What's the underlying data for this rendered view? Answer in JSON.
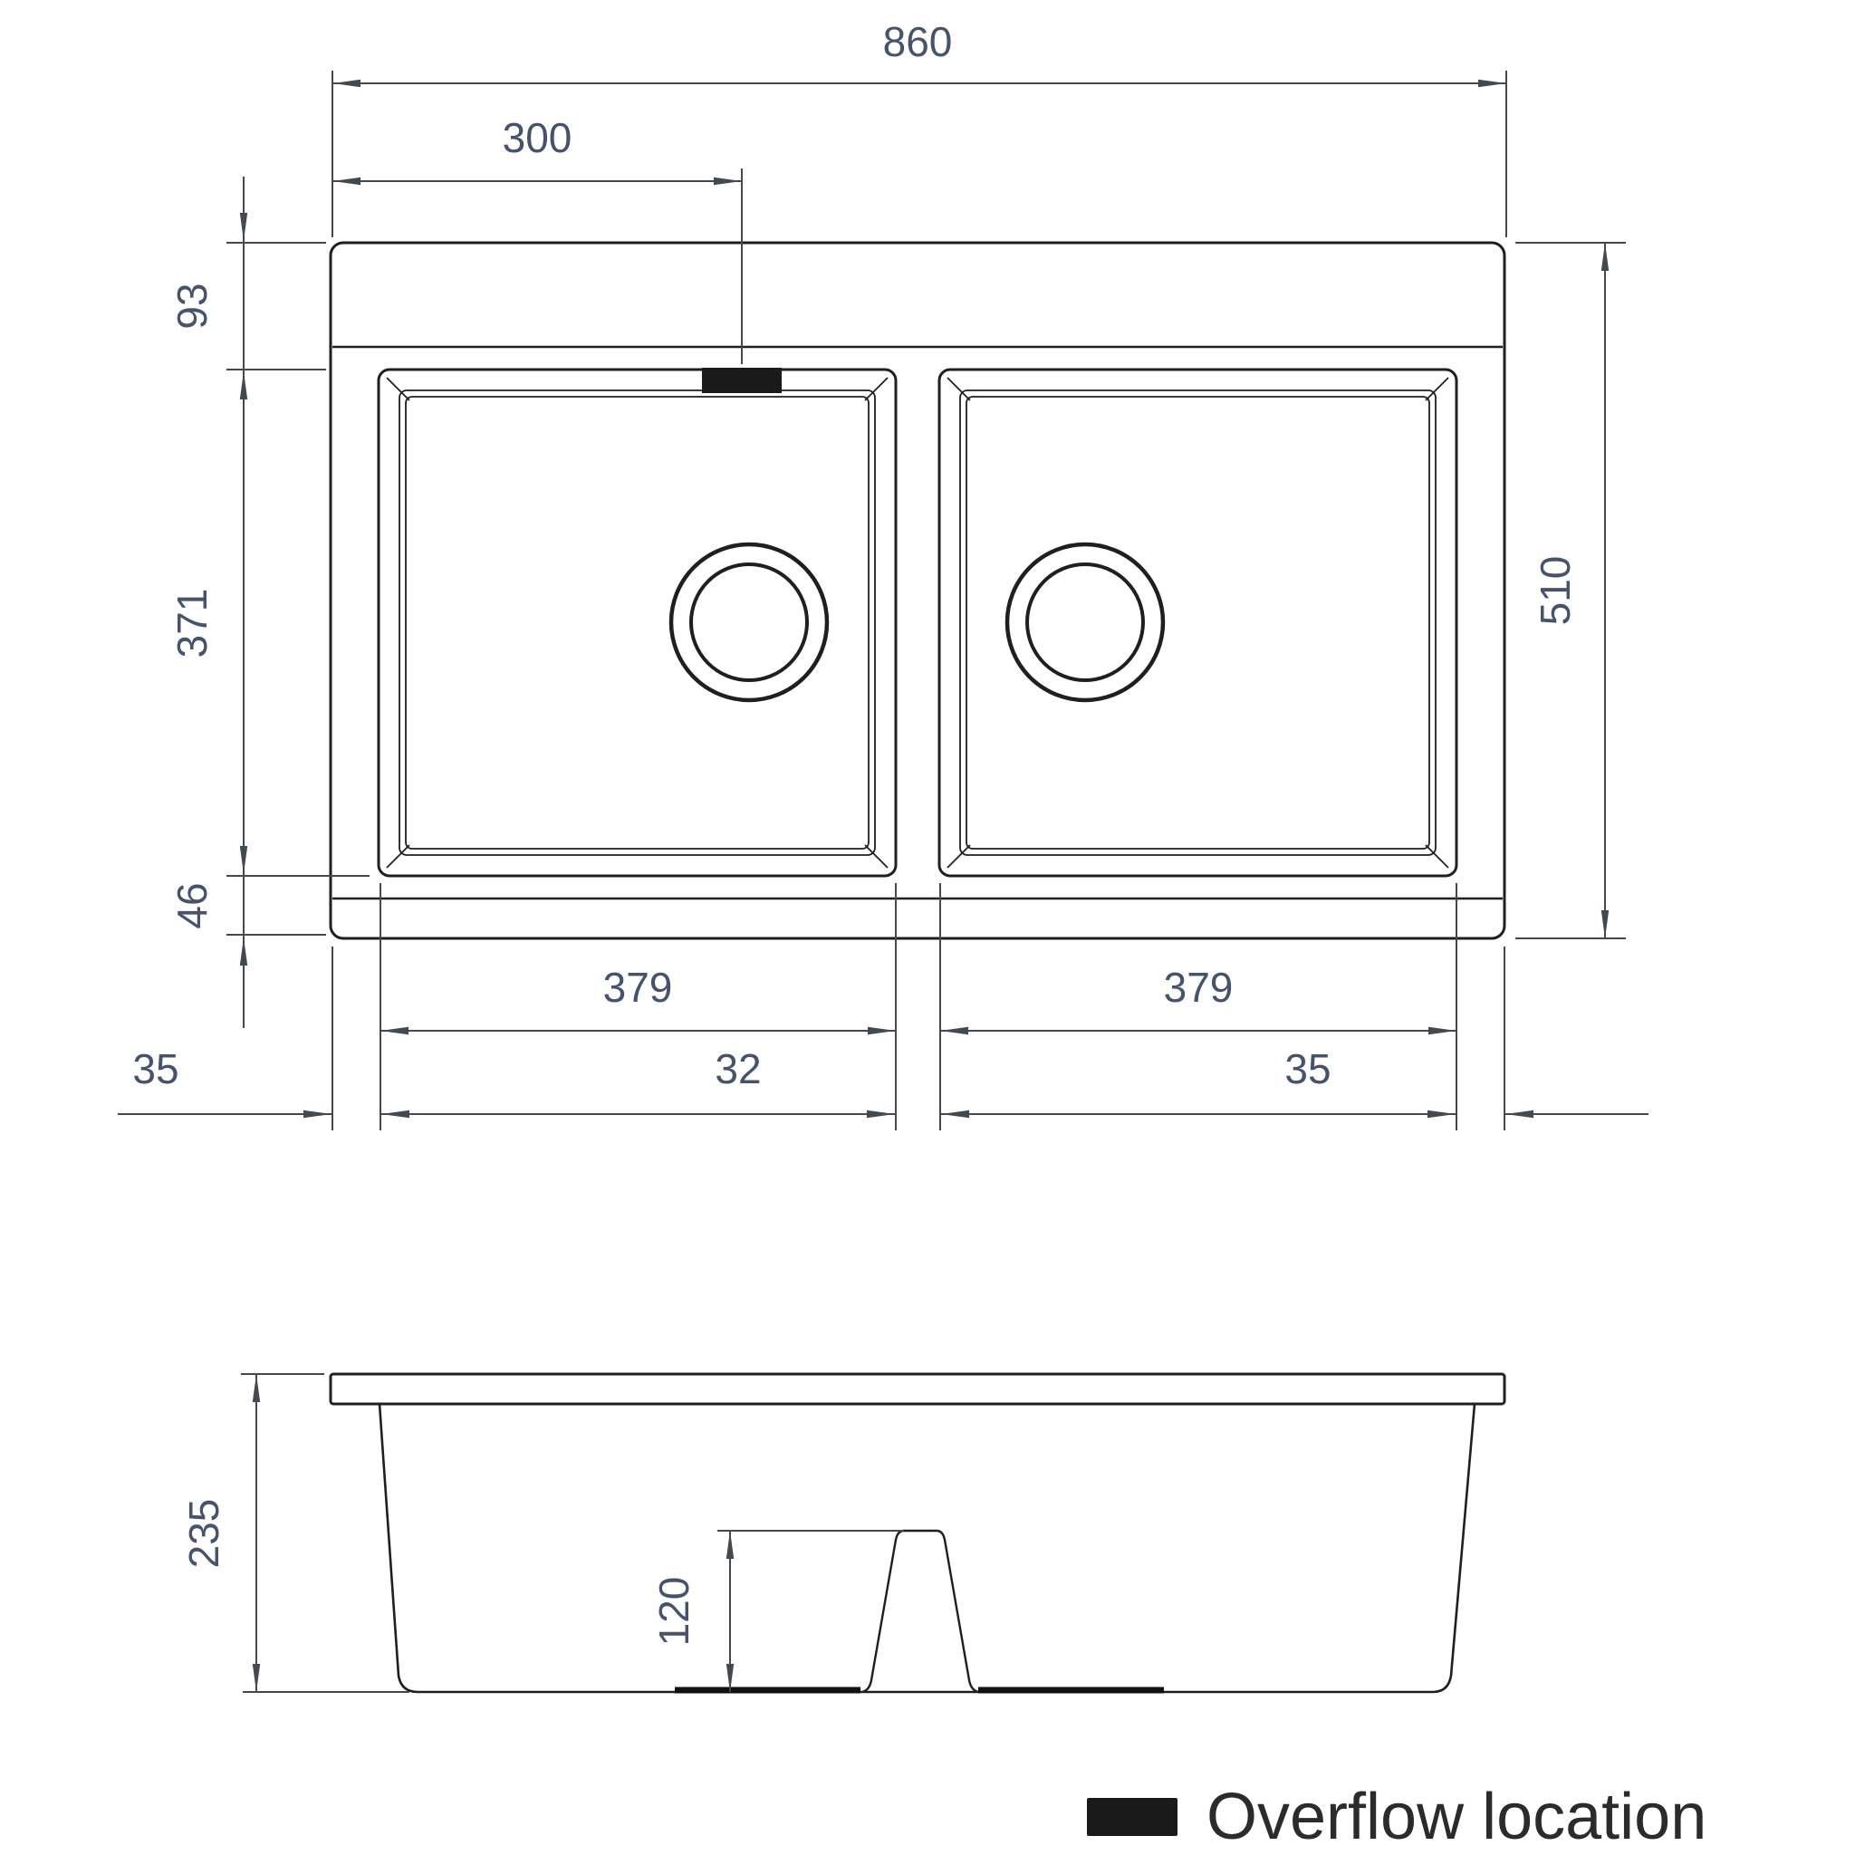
{
  "colors": {
    "object_line": "#1f1f1f",
    "dimension_line": "#44484f",
    "dimension_text": "#46536a",
    "legend_text": "#2b2b2b",
    "overflow_fill": "#1a1a1a",
    "background": "#ffffff"
  },
  "top_view": {
    "overall_width_label": "860",
    "overflow_offset_label": "300",
    "rim_top_label": "93",
    "bowl_length_label": "371",
    "rim_bottom_label": "46",
    "overall_depth_label": "510",
    "left_bowl_width_label": "379",
    "divider_width_label": "32",
    "left_margin_label": "35",
    "right_bowl_width_label": "379",
    "right_margin_label": "35"
  },
  "section_view": {
    "overall_height_label": "235",
    "divider_height_label": "120"
  },
  "legend": {
    "label": "Overflow location"
  }
}
